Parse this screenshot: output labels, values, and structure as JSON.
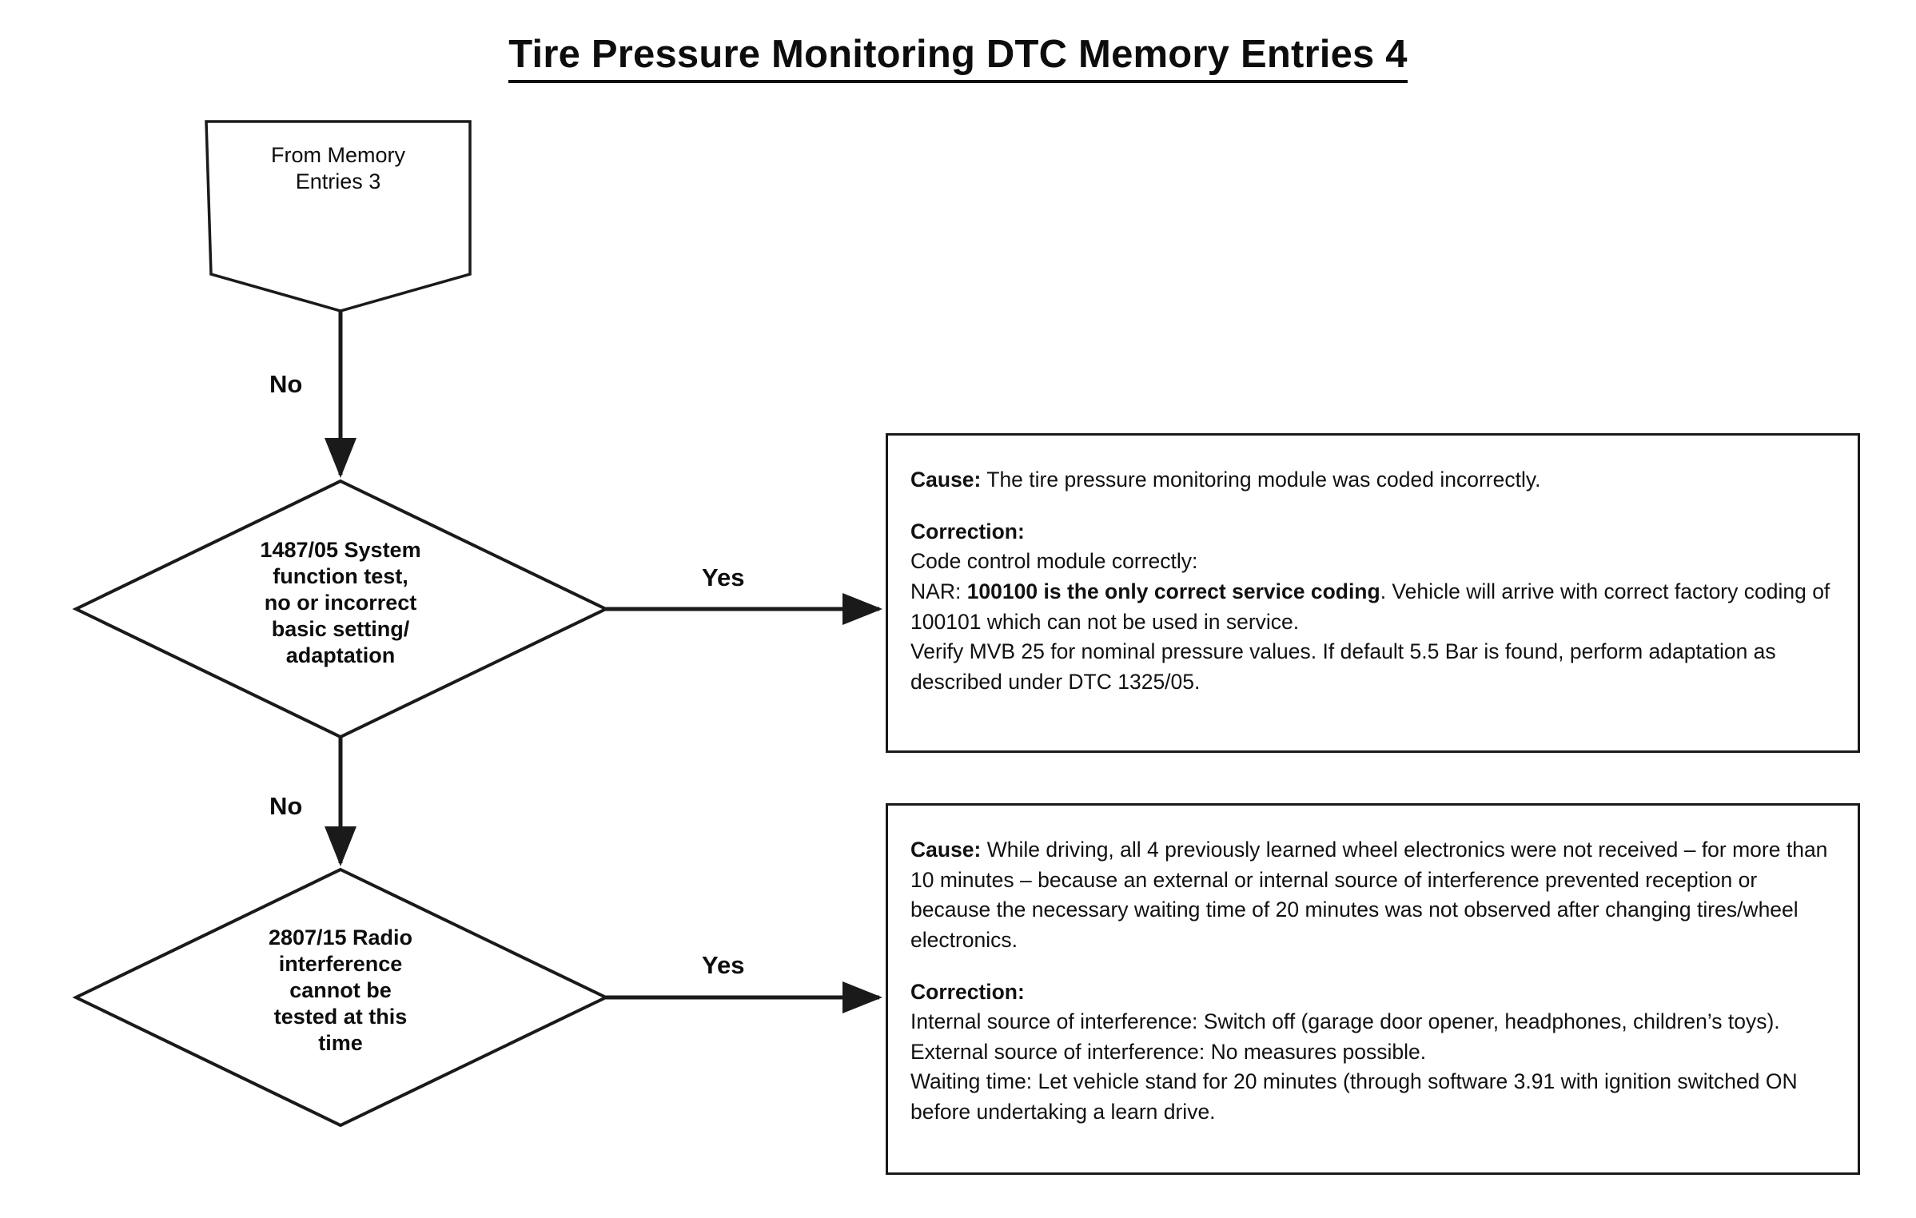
{
  "title": "Tire Pressure Monitoring DTC Memory Entries 4",
  "nodes": {
    "terminator": {
      "shape": "pentagon-down",
      "line1": "From Memory",
      "line2": "Entries 3"
    },
    "decision_1": {
      "shape": "diamond",
      "line1": "1487/05 System",
      "line2": "function test,",
      "line3": "no or incorrect",
      "line4": "basic setting/",
      "line5": "adaptation"
    },
    "decision_2": {
      "shape": "diamond",
      "line1": "2807/15 Radio",
      "line2": "interference",
      "line3": "cannot be",
      "line4": "tested at this",
      "line5": "time"
    }
  },
  "edges": {
    "no_1": "No",
    "no_2": "No",
    "yes_1": "Yes",
    "yes_2": "Yes"
  },
  "info_box_1": {
    "cause_label": "Cause:",
    "cause_text": " The tire pressure monitoring module was coded incorrectly.",
    "correction_label": "Correction:",
    "correction_line_1": "Code control module correctly:",
    "correction_line_2_prefix": "NAR: ",
    "correction_line_2_bold": "100100 is the only correct service coding",
    "correction_line_2_suffix": ". Vehicle will arrive with correct factory coding of 100101 which can not be used in service.",
    "correction_line_3": "Verify MVB 25 for nominal pressure values. If default 5.5 Bar is found, perform adaptation as described under DTC 1325/05."
  },
  "info_box_2": {
    "cause_label": "Cause:",
    "cause_text": " While driving, all 4 previously learned wheel electronics were not received – for more than 10 minutes – because an external or internal source of interference prevented reception or because the necessary waiting time of 20 minutes was not observed after changing tires/wheel electronics.",
    "correction_label": "Correction:",
    "correction_line_1": "Internal source of interference: Switch off (garage door opener, headphones, children’s toys).",
    "correction_line_2": "External source of interference: No measures possible.",
    "correction_line_3": "Waiting time: Let vehicle stand for 20 minutes (through software 3.91 with ignition switched ON before undertaking a learn drive."
  },
  "colors": {
    "stroke": "#1a1a1a",
    "text": "#111111",
    "background": "#ffffff"
  }
}
